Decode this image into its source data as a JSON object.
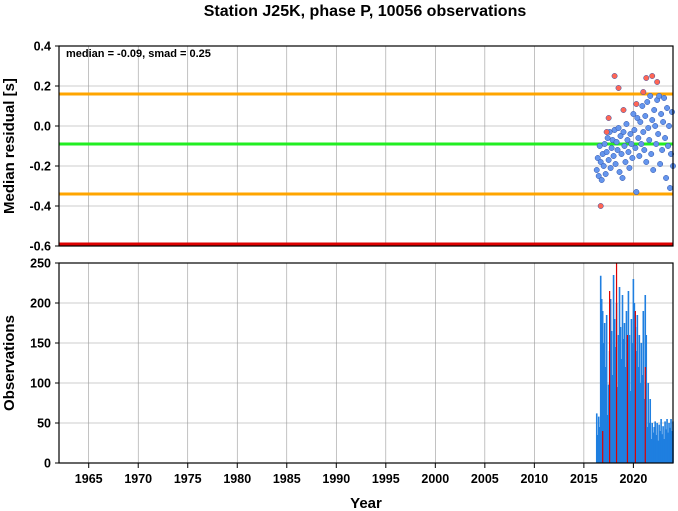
{
  "chart_data": [
    {
      "type": "scatter",
      "title": "Station J25K, phase P, 10056 observations",
      "xlabel": "",
      "ylabel": "Median residual [s]",
      "stats_text": "median = -0.09, smad = 0.25",
      "xlim": [
        1962,
        2024
      ],
      "ylim": [
        -0.6,
        0.4
      ],
      "yticks": [
        -0.6,
        -0.4,
        -0.2,
        0.0,
        0.2,
        0.4
      ],
      "ytick_labels": [
        "-0.6",
        "-0.4",
        "-0.2",
        "0.0",
        "0.2",
        "0.4"
      ],
      "grid": true,
      "reference_lines": [
        {
          "name": "median",
          "value": -0.09,
          "color": "#22ee22"
        },
        {
          "name": "upper",
          "value": 0.16,
          "color": "#ffa500"
        },
        {
          "name": "lower",
          "value": -0.34,
          "color": "#ffa500"
        },
        {
          "name": "bottom",
          "value": -0.59,
          "color": "#dd0000"
        }
      ],
      "series": [
        {
          "color": "#6495ed",
          "points": [
            [
              2016.3,
              -0.22
            ],
            [
              2016.4,
              -0.16
            ],
            [
              2016.5,
              -0.25
            ],
            [
              2016.6,
              -0.1
            ],
            [
              2016.7,
              -0.18
            ],
            [
              2016.8,
              -0.27
            ],
            [
              2016.9,
              -0.14
            ],
            [
              2017.0,
              -0.2
            ],
            [
              2017.1,
              -0.09
            ],
            [
              2017.2,
              -0.24
            ],
            [
              2017.3,
              -0.13
            ],
            [
              2017.4,
              -0.06
            ],
            [
              2017.5,
              -0.17
            ],
            [
              2017.6,
              -0.03
            ],
            [
              2017.7,
              -0.21
            ],
            [
              2017.8,
              -0.11
            ],
            [
              2017.9,
              -0.07
            ],
            [
              2018.0,
              -0.15
            ],
            [
              2018.1,
              -0.02
            ],
            [
              2018.2,
              -0.19
            ],
            [
              2018.3,
              -0.08
            ],
            [
              2018.4,
              -0.12
            ],
            [
              2018.5,
              -0.01
            ],
            [
              2018.6,
              -0.23
            ],
            [
              2018.7,
              -0.05
            ],
            [
              2018.8,
              -0.14
            ],
            [
              2018.9,
              -0.26
            ],
            [
              2019.0,
              -0.03
            ],
            [
              2019.1,
              -0.1
            ],
            [
              2019.2,
              -0.18
            ],
            [
              2019.3,
              0.01
            ],
            [
              2019.4,
              -0.07
            ],
            [
              2019.5,
              -0.13
            ],
            [
              2019.6,
              -0.21
            ],
            [
              2019.7,
              -0.04
            ],
            [
              2019.8,
              -0.09
            ],
            [
              2019.9,
              -0.16
            ],
            [
              2020.0,
              0.06
            ],
            [
              2020.1,
              -0.02
            ],
            [
              2020.2,
              -0.11
            ],
            [
              2020.3,
              -0.33
            ],
            [
              2020.4,
              0.04
            ],
            [
              2020.5,
              -0.06
            ],
            [
              2020.6,
              -0.15
            ],
            [
              2020.7,
              0.02
            ],
            [
              2020.8,
              -0.09
            ],
            [
              2020.9,
              0.1
            ],
            [
              2021.0,
              -0.03
            ],
            [
              2021.1,
              -0.12
            ],
            [
              2021.2,
              0.05
            ],
            [
              2021.3,
              -0.18
            ],
            [
              2021.4,
              0.12
            ],
            [
              2021.5,
              -0.01
            ],
            [
              2021.6,
              -0.07
            ],
            [
              2021.7,
              0.15
            ],
            [
              2021.8,
              -0.14
            ],
            [
              2021.9,
              0.03
            ],
            [
              2022.0,
              -0.22
            ],
            [
              2022.1,
              0.08
            ],
            [
              2022.2,
              0.0
            ],
            [
              2022.3,
              -0.09
            ],
            [
              2022.4,
              0.13
            ],
            [
              2022.5,
              -0.04
            ],
            [
              2022.6,
              0.15
            ],
            [
              2022.7,
              -0.19
            ],
            [
              2022.8,
              0.06
            ],
            [
              2022.9,
              -0.12
            ],
            [
              2023.0,
              0.02
            ],
            [
              2023.1,
              0.14
            ],
            [
              2023.2,
              -0.06
            ],
            [
              2023.3,
              -0.26
            ],
            [
              2023.4,
              0.09
            ],
            [
              2023.5,
              -0.1
            ],
            [
              2023.6,
              0.0
            ],
            [
              2023.7,
              -0.31
            ],
            [
              2023.8,
              -0.14
            ],
            [
              2023.9,
              0.07
            ],
            [
              2024.0,
              -0.2
            ]
          ]
        },
        {
          "color": "#ff6655",
          "points": [
            [
              2016.7,
              -0.4
            ],
            [
              2017.3,
              -0.03
            ],
            [
              2017.5,
              0.04
            ],
            [
              2018.1,
              0.25
            ],
            [
              2018.5,
              0.19
            ],
            [
              2019.0,
              0.08
            ],
            [
              2020.3,
              0.11
            ],
            [
              2021.0,
              0.17
            ],
            [
              2021.3,
              0.24
            ],
            [
              2021.9,
              0.25
            ],
            [
              2022.4,
              0.22
            ]
          ]
        }
      ]
    },
    {
      "type": "bar",
      "title": "",
      "xlabel": "Year",
      "ylabel": "Observations",
      "xlim": [
        1962,
        2024
      ],
      "ylim": [
        0,
        250
      ],
      "xticks": [
        1965,
        1970,
        1975,
        1980,
        1985,
        1990,
        1995,
        2000,
        2005,
        2010,
        2015,
        2020
      ],
      "xtick_labels": [
        "1965",
        "1970",
        "1975",
        "1980",
        "1985",
        "1990",
        "1995",
        "2000",
        "2005",
        "2010",
        "2015",
        "2020"
      ],
      "yticks": [
        0,
        50,
        100,
        150,
        200,
        250
      ],
      "ytick_labels": [
        "0",
        "50",
        "100",
        "150",
        "200",
        "250"
      ],
      "grid": true,
      "series": [
        {
          "color": "#1f7fe0",
          "bars": [
            [
              2016.3,
              62
            ],
            [
              2016.4,
              35
            ],
            [
              2016.5,
              58
            ],
            [
              2016.6,
              45
            ],
            [
              2016.7,
              234
            ],
            [
              2016.8,
              205
            ],
            [
              2016.9,
              190
            ],
            [
              2017.0,
              150
            ],
            [
              2017.1,
              175
            ],
            [
              2017.2,
              120
            ],
            [
              2017.3,
              185
            ],
            [
              2017.4,
              60
            ],
            [
              2017.5,
              98
            ],
            [
              2017.6,
              140
            ],
            [
              2017.7,
              205
            ],
            [
              2017.8,
              165
            ],
            [
              2017.9,
              110
            ],
            [
              2018.0,
              235
            ],
            [
              2018.1,
              180
            ],
            [
              2018.2,
              145
            ],
            [
              2018.3,
              200
            ],
            [
              2018.4,
              95
            ],
            [
              2018.5,
              160
            ],
            [
              2018.6,
              220
            ],
            [
              2018.7,
              170
            ],
            [
              2018.8,
              130
            ],
            [
              2018.9,
              210
            ],
            [
              2019.0,
              155
            ],
            [
              2019.1,
              175
            ],
            [
              2019.2,
              120
            ],
            [
              2019.3,
              190
            ],
            [
              2019.4,
              140
            ],
            [
              2019.5,
              215
            ],
            [
              2019.6,
              160
            ],
            [
              2019.7,
              90
            ],
            [
              2019.8,
              180
            ],
            [
              2019.9,
              150
            ],
            [
              2020.0,
              230
            ],
            [
              2020.1,
              200
            ],
            [
              2020.2,
              170
            ],
            [
              2020.3,
              140
            ],
            [
              2020.4,
              185
            ],
            [
              2020.5,
              120
            ],
            [
              2020.6,
              160
            ],
            [
              2020.7,
              100
            ],
            [
              2020.8,
              150
            ],
            [
              2020.9,
              110
            ],
            [
              2021.0,
              190
            ],
            [
              2021.1,
              80
            ],
            [
              2021.2,
              210
            ],
            [
              2021.3,
              160
            ],
            [
              2021.4,
              45
            ],
            [
              2021.5,
              100
            ],
            [
              2021.6,
              50
            ],
            [
              2021.7,
              80
            ],
            [
              2021.8,
              30
            ],
            [
              2021.9,
              50
            ],
            [
              2022.0,
              38
            ],
            [
              2022.1,
              45
            ],
            [
              2022.2,
              52
            ],
            [
              2022.3,
              35
            ],
            [
              2022.4,
              50
            ],
            [
              2022.5,
              28
            ],
            [
              2022.6,
              48
            ],
            [
              2022.7,
              40
            ],
            [
              2022.8,
              55
            ],
            [
              2022.9,
              36
            ],
            [
              2023.0,
              46
            ],
            [
              2023.1,
              30
            ],
            [
              2023.2,
              52
            ],
            [
              2023.3,
              42
            ],
            [
              2023.4,
              55
            ],
            [
              2023.5,
              38
            ],
            [
              2023.6,
              50
            ],
            [
              2023.7,
              44
            ],
            [
              2023.8,
              55
            ],
            [
              2023.9,
              40
            ],
            [
              2024.0,
              52
            ]
          ]
        },
        {
          "color": "#dd0000",
          "bars": [
            [
              2016.9,
              40
            ],
            [
              2017.6,
              215
            ],
            [
              2018.3,
              250
            ],
            [
              2019.4,
              160
            ],
            [
              2020.2,
              190
            ],
            [
              2021.2,
              120
            ]
          ]
        }
      ]
    }
  ]
}
